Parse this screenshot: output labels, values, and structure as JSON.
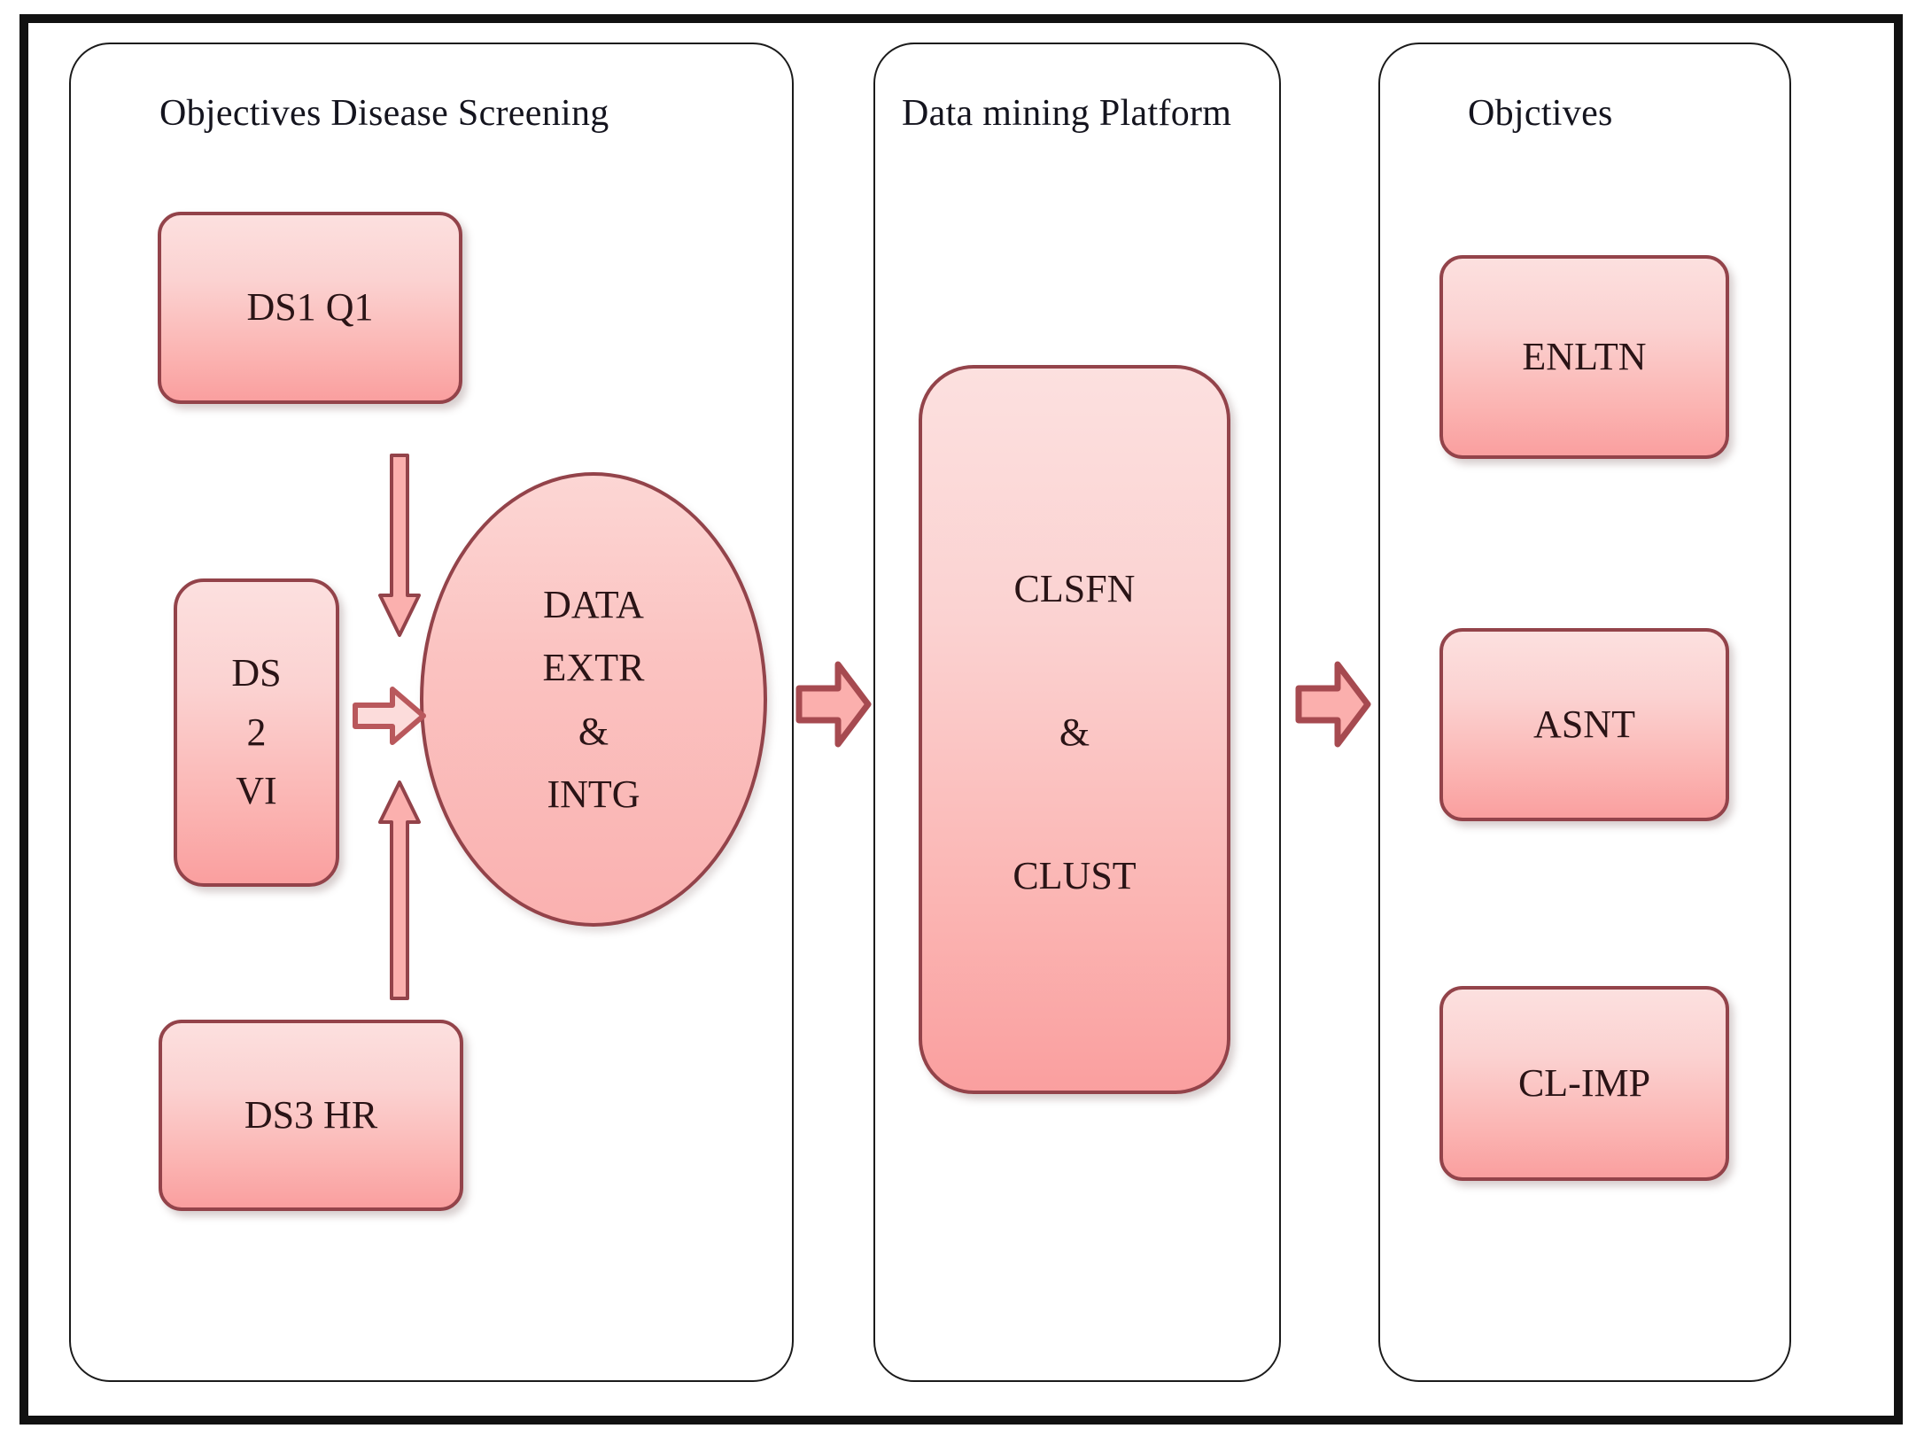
{
  "diagram": {
    "title_semantics": "three-stage data mining pipeline for disease screening",
    "accent_fill": "#fbb4b2",
    "accent_border": "#93434a",
    "frame_color": "#111111"
  },
  "panels": [
    {
      "id": "panel-disease-screening",
      "title": "Objectives Disease Screening",
      "nodes": [
        {
          "id": "ds1",
          "label": "DS1 Q1",
          "shape": "rounded-rect"
        },
        {
          "id": "ds2",
          "label": "DS\n2\nVI",
          "shape": "rounded-rect"
        },
        {
          "id": "ds3",
          "label": "DS3 HR",
          "shape": "rounded-rect"
        },
        {
          "id": "data-extr-intg",
          "label": "DATA\nEXTR\n&\nINTG",
          "shape": "ellipse"
        }
      ]
    },
    {
      "id": "panel-data-mining",
      "title": "Data mining Platform",
      "nodes": [
        {
          "id": "clsfn-clust",
          "label_lines": [
            "CLSFN",
            "&",
            "CLUST"
          ],
          "shape": "rounded-rect"
        }
      ]
    },
    {
      "id": "panel-objectives",
      "title": "Objctives",
      "nodes": [
        {
          "id": "enltn",
          "label": "ENLTN",
          "shape": "rounded-rect"
        },
        {
          "id": "asnt",
          "label": "ASNT",
          "shape": "rounded-rect"
        },
        {
          "id": "cl-imp",
          "label": "CL-IMP",
          "shape": "rounded-rect"
        }
      ]
    }
  ],
  "arrows": [
    {
      "id": "arrow-ds1-down",
      "direction": "down",
      "from": "ds1",
      "to": "data-extr-intg"
    },
    {
      "id": "arrow-ds2-right",
      "direction": "right",
      "from": "ds2",
      "to": "data-extr-intg"
    },
    {
      "id": "arrow-ds3-up",
      "direction": "up",
      "from": "ds3",
      "to": "data-extr-intg"
    },
    {
      "id": "arrow-panel1-panel2",
      "direction": "right",
      "from": "panel-disease-screening",
      "to": "panel-data-mining"
    },
    {
      "id": "arrow-panel2-panel3",
      "direction": "right",
      "from": "panel-data-mining",
      "to": "panel-objectives"
    }
  ]
}
